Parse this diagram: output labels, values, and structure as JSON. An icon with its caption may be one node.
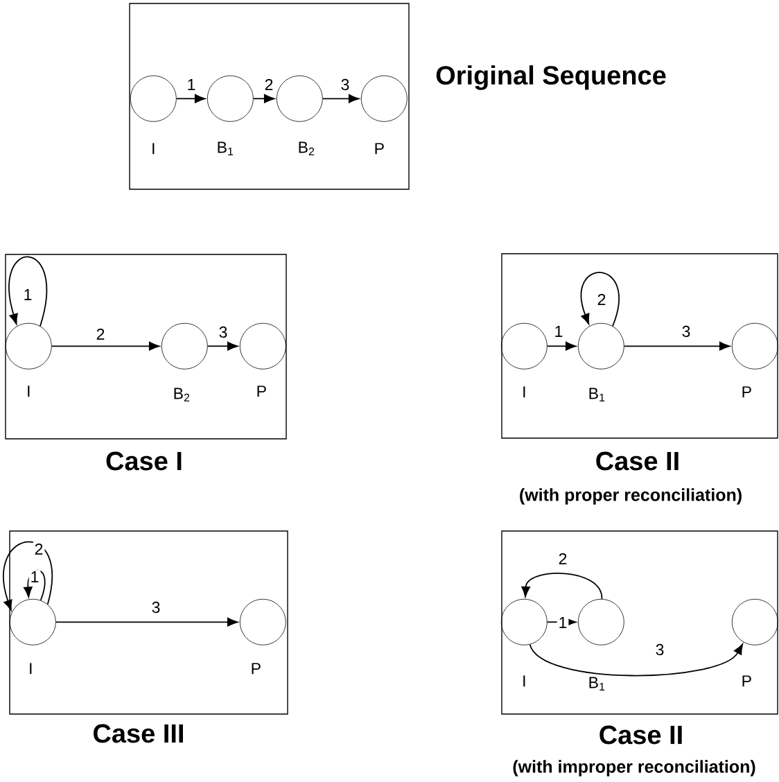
{
  "diagram": {
    "nodes": [
      {
        "text": [
          "Original Sequence"
        ]
      },
      {
        "text": [],
        "shape": "circle",
        "beside": [
          "I"
        ],
        "in": 0
      },
      {
        "text": [],
        "shape": "circle",
        "beside": [
          "B$_{1}$"
        ],
        "in": 0
      },
      {
        "text": [],
        "shape": "circle",
        "beside": [
          "B$_{2}$"
        ],
        "in": 0
      },
      {
        "text": [],
        "shape": "circle",
        "beside": [
          "P"
        ],
        "in": 0
      },
      {
        "text": [
          "Case I"
        ]
      },
      {
        "text": [],
        "shape": "circle",
        "beside": [
          "I"
        ],
        "in": 5
      },
      {
        "text": [],
        "shape": "circle",
        "beside": [
          "B$_{2}$"
        ],
        "in": 5
      },
      {
        "text": [],
        "shape": "circle",
        "beside": [
          "P"
        ],
        "in": 5
      },
      {
        "text": [
          "Case II",
          "(with proper reconciliation)"
        ]
      },
      {
        "text": [],
        "shape": "circle",
        "beside": [
          "I"
        ],
        "in": 9
      },
      {
        "text": [],
        "shape": "circle",
        "beside": [
          "B$_{1}$"
        ],
        "in": 9
      },
      {
        "text": [],
        "shape": "circle",
        "beside": [
          "P"
        ],
        "in": 9
      },
      {
        "text": [
          "Case III"
        ]
      },
      {
        "text": [],
        "shape": "circle",
        "beside": [
          "I"
        ],
        "in": 13
      },
      {
        "text": [],
        "shape": "circle",
        "beside": [
          "P"
        ],
        "in": 13
      },
      {
        "text": [
          "Case II",
          "(with improper reconciliation)"
        ]
      },
      {
        "text": [],
        "shape": "circle",
        "beside": [
          "I"
        ],
        "in": 16
      },
      {
        "text": [],
        "shape": "circle",
        "beside": [
          "B$_{1}$"
        ],
        "in": 16
      },
      {
        "text": [],
        "shape": "circle",
        "beside": [
          "P"
        ],
        "in": 16
      }
    ],
    "edges": [
      {
        "from": 1,
        "to": 2,
        "arrow": "to",
        "label": "1"
      },
      {
        "from": 2,
        "to": 3,
        "arrow": "to",
        "label": "2"
      },
      {
        "from": 3,
        "to": 4,
        "arrow": "to",
        "label": "3"
      },
      {
        "from": 6,
        "to": 6,
        "arrow": "to",
        "label": "1"
      },
      {
        "from": 6,
        "to": 7,
        "arrow": "to",
        "label": "2"
      },
      {
        "from": 7,
        "to": 8,
        "arrow": "to",
        "label": "3"
      },
      {
        "from": 10,
        "to": 11,
        "arrow": "to",
        "label": "1"
      },
      {
        "from": 11,
        "to": 11,
        "arrow": "to",
        "label": "2"
      },
      {
        "from": 11,
        "to": 12,
        "arrow": "to",
        "label": "3"
      },
      {
        "from": 14,
        "to": 14,
        "arrow": "to",
        "label": "2"
      },
      {
        "from": 14,
        "to": 14,
        "arrow": "to",
        "label": "1"
      },
      {
        "from": 14,
        "to": 15,
        "arrow": "to",
        "label": "3"
      },
      {
        "from": 17,
        "to": 18,
        "arrow": "to",
        "label": "1"
      },
      {
        "from": 18,
        "to": 17,
        "arrow": "to",
        "label": "2"
      },
      {
        "from": 17,
        "to": 19,
        "arrow": "to",
        "label": "3"
      }
    ]
  }
}
